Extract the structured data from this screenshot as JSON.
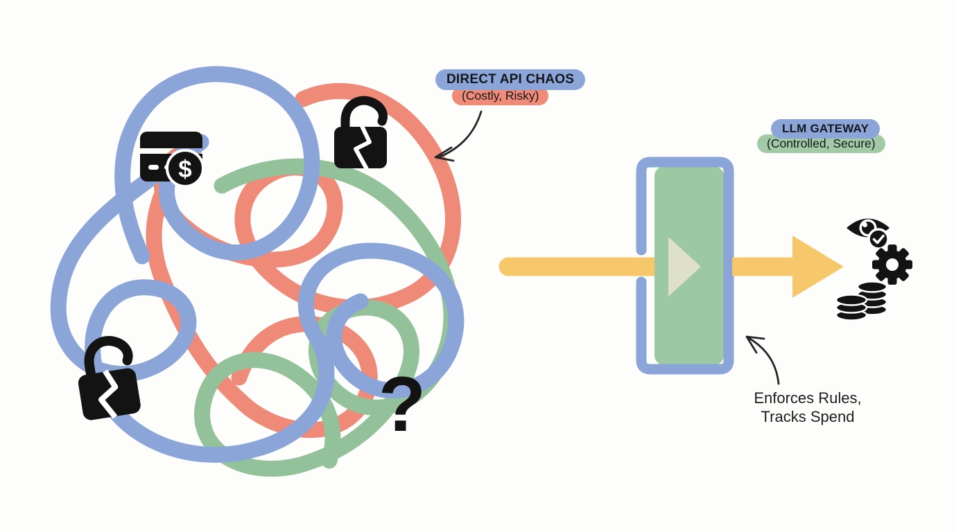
{
  "scene": {
    "left": {
      "badge": "DIRECT API CHAOS",
      "sub_badge": "(Costly, Risky)",
      "question_mark": "?",
      "dollar_sign": "$",
      "icon_names": [
        "credit-card-dollar-icon",
        "broken-lock-icon",
        "broken-lock-icon",
        "question-mark"
      ]
    },
    "right": {
      "badge": "LLM GATEWAY",
      "sub_badge": "(Controlled, Secure)",
      "caption_line1": "Enforces Rules,",
      "caption_line2": "Tracks Spend",
      "icon_names": [
        "eye-verify-icon",
        "gear-icon",
        "coin-stacks-icon"
      ]
    }
  },
  "colors": {
    "tangle_blue": "#8ba5d8",
    "tangle_red": "#ef8a78",
    "tangle_green": "#93c29a",
    "arrow_yellow": "#f6c86b",
    "pale_arrow": "#e3e2ca",
    "gateway_frame_blue": "#8ba5d8",
    "gateway_fill_green": "#9cc8a2",
    "badge_blue": "#8ba5d8",
    "badge_red": "#f08a79",
    "badge_green": "#a2caa7",
    "icon_black": "#131313",
    "annotation_ink": "#242424",
    "background": "#fdfdfc"
  }
}
